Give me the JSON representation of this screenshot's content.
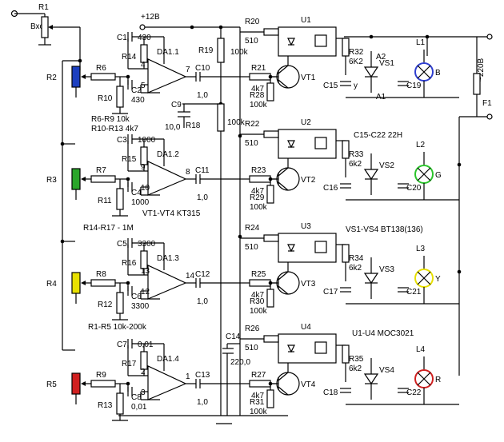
{
  "labels": {
    "input": "Вход",
    "vcc": "+12В",
    "mains": "~220В",
    "fuse": "F1",
    "R1": "R1",
    "R19": "R19",
    "R19_val": "100k",
    "R18": "R18",
    "R18_val": "100k",
    "C9": "C9",
    "C9_val": "10,0",
    "C14": "C14",
    "C14_val": "220,0",
    "note_r6": "R6-R9 10k",
    "note_r10": "R10-R13 4k7",
    "note_r14": "R14-R17 - 1M",
    "note_r1": "R1-R5 10k-200k",
    "note_vt": "VT1-VT4  KT315",
    "note_c15": "C15-C22 22H",
    "note_vs": "VS1-VS4 BT138(136)",
    "note_u": "U1-U4  MOC3021",
    "pin_A2": "A2",
    "pin_A1": "A1",
    "pin_y": "y"
  },
  "channels": [
    {
      "pot": "R2",
      "pot_color": "#1c3fbf",
      "rin": "R6",
      "rgnd": "R10",
      "rfb": "R14",
      "cfb": "C1",
      "cfb_val": "430",
      "cin": "C2",
      "cin_val": "430",
      "opamp": "DA1.1",
      "pin_m": "4",
      "pin_p": "5",
      "pin_o": "7",
      "cout": "C10",
      "cout_val": "1,0",
      "rled": "R20",
      "rled_val": "510",
      "rb": "R21",
      "rb_val": "4k7",
      "re": "R28",
      "re_val": "100k",
      "vt": "VT1",
      "u": "U1",
      "rg": "R32",
      "rg_val": "6K2",
      "cs": "C15",
      "vs": "VS1",
      "cl": "C19",
      "lamp": "L1",
      "letter": "B",
      "lamp_color": "#2f3fd0"
    },
    {
      "pot": "R3",
      "pot_color": "#2aa62a",
      "rin": "R7",
      "rgnd": "R11",
      "rfb": "R15",
      "cfb": "C3",
      "cfb_val": "1000",
      "cin": "C4",
      "cin_val": "1000",
      "opamp": "DA1.2",
      "pin_m": "9",
      "pin_p": "10",
      "pin_o": "8",
      "cout": "C11",
      "cout_val": "1,0",
      "rled": "R22",
      "rled_val": "510",
      "rb": "R23",
      "rb_val": "4k7",
      "re": "R29",
      "re_val": "100k",
      "vt": "VT2",
      "u": "U2",
      "rg": "R33",
      "rg_val": "6k2",
      "cs": "C16",
      "vs": "VS2",
      "cl": "C20",
      "lamp": "L2",
      "letter": "G",
      "lamp_color": "#2bc42b"
    },
    {
      "pot": "R4",
      "pot_color": "#e8e000",
      "rin": "R8",
      "rgnd": "R12",
      "rfb": "R16",
      "cfb": "C5",
      "cfb_val": "3300",
      "cin": "C6",
      "cin_val": "3300",
      "opamp": "DA1.3",
      "pin_m": "13",
      "pin_p": "12",
      "pin_o": "14",
      "cout": "C12",
      "cout_val": "1,0",
      "rled": "R24",
      "rled_val": "510",
      "rb": "R25",
      "rb_val": "4k7",
      "re": "R30",
      "re_val": "100k",
      "vt": "VT3",
      "u": "U3",
      "rg": "R34",
      "rg_val": "6k2",
      "cs": "C17",
      "vs": "VS3",
      "cl": "C21",
      "lamp": "L3",
      "letter": "Y",
      "lamp_color": "#e8e000"
    },
    {
      "pot": "R5",
      "pot_color": "#d02020",
      "rin": "R9",
      "rgnd": "R13",
      "rfb": "R17",
      "cfb": "C7",
      "cfb_val": "0,01",
      "cin": "C8",
      "cin_val": "0,01",
      "opamp": "DA1.4",
      "pin_m": "2",
      "pin_p": "3",
      "pin_o": "1",
      "cout": "C13",
      "cout_val": "1,0",
      "rled": "R26",
      "rled_val": "510",
      "rb": "R27",
      "rb_val": "4k7",
      "re": "R31",
      "re_val": "100k",
      "vt": "VT4",
      "u": "U4",
      "rg": "R35",
      "rg_val": "6k2",
      "cs": "C18",
      "vs": "VS4",
      "cl": "C22",
      "lamp": "L4",
      "letter": "R",
      "lamp_color": "#d02020"
    }
  ],
  "colors": {
    "wire": "#000000"
  }
}
